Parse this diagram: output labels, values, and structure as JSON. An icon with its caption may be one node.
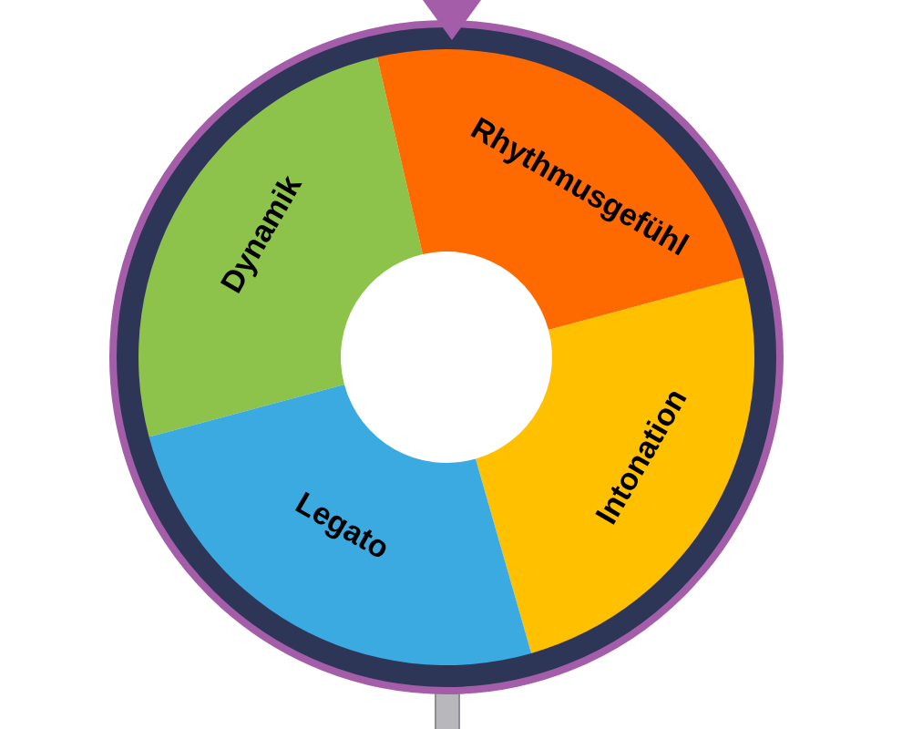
{
  "diagram": {
    "nodes": [
      {
        "text": [
          "Dynamik"
        ]
      },
      {
        "text": [
          "Rhythmusgefühl"
        ]
      },
      {
        "text": [
          "Intonation"
        ]
      },
      {
        "text": [
          "Legato"
        ]
      }
    ]
  }
}
